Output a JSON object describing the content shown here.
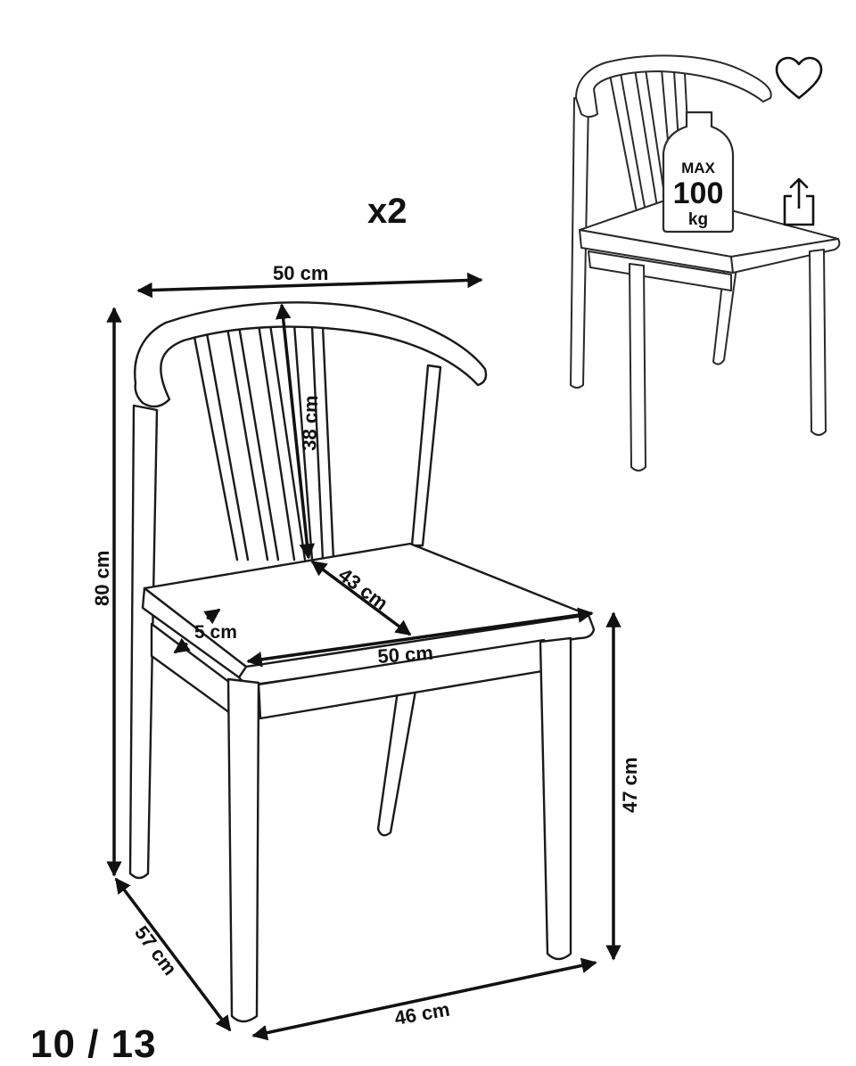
{
  "quantity": "x2",
  "weight_badge": {
    "line1": "MAX",
    "line2": "100",
    "line3": "kg"
  },
  "dimensions": {
    "top_width": "50 cm",
    "backrest_height": "38 cm",
    "total_height": "80 cm",
    "seat_depth": "43 cm",
    "seat_thickness": "5 cm",
    "seat_width": "50 cm",
    "seat_height": "47 cm",
    "total_depth": "57 cm",
    "leg_span_width": "46 cm"
  },
  "actions": {
    "favorite_icon": "heart-icon",
    "share_icon": "share-icon"
  },
  "gallery": {
    "counter": "10 / 13"
  },
  "colors": {
    "line": "#1a1a1a",
    "background": "#ffffff"
  }
}
